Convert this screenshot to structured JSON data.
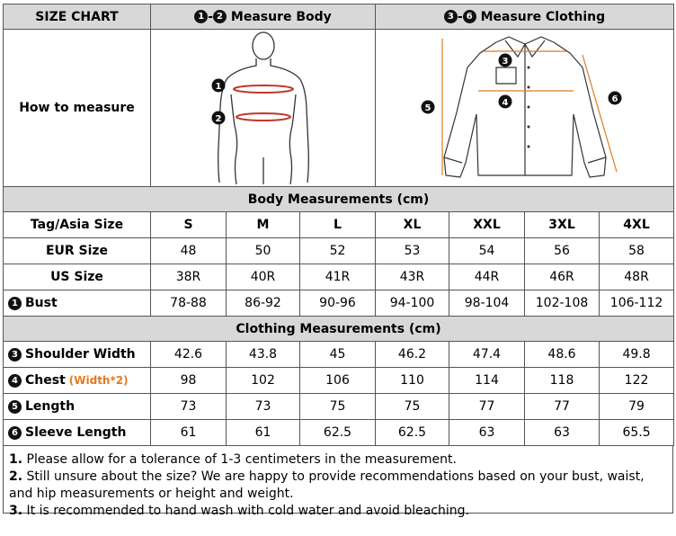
{
  "header": {
    "title": "SIZE CHART",
    "body_badge_a": "1",
    "body_sep": "-",
    "body_badge_b": "2",
    "body_label": "Measure Body",
    "cloth_badge_a": "3",
    "cloth_sep": "-",
    "cloth_badge_b": "6",
    "cloth_label": "Measure Clothing"
  },
  "how_to_measure": "How to measure",
  "body_section": {
    "title": "Body Measurements (cm)",
    "size_header": "Tag/Asia Size",
    "sizes": [
      "S",
      "M",
      "L",
      "XL",
      "XXL",
      "3XL",
      "4XL"
    ],
    "rows": [
      {
        "label": "EUR Size",
        "badge": "",
        "values": [
          "48",
          "50",
          "52",
          "53",
          "54",
          "56",
          "58"
        ]
      },
      {
        "label": "US Size",
        "badge": "",
        "values": [
          "38R",
          "40R",
          "41R",
          "43R",
          "44R",
          "46R",
          "48R"
        ]
      },
      {
        "label": "Bust",
        "badge": "1",
        "values": [
          "78-88",
          "86-92",
          "90-96",
          "94-100",
          "98-104",
          "102-108",
          "106-112"
        ]
      }
    ]
  },
  "clothing_section": {
    "title": "Clothing Measurements  (cm)",
    "rows": [
      {
        "label": "Shoulder Width",
        "badge": "3",
        "note": "",
        "values": [
          "42.6",
          "43.8",
          "45",
          "46.2",
          "47.4",
          "48.6",
          "49.8"
        ]
      },
      {
        "label": "Chest",
        "badge": "4",
        "note": "(Width*2)",
        "values": [
          "98",
          "102",
          "106",
          "110",
          "114",
          "118",
          "122"
        ]
      },
      {
        "label": "Length",
        "badge": "5",
        "note": "",
        "values": [
          "73",
          "73",
          "75",
          "75",
          "77",
          "77",
          "79"
        ]
      },
      {
        "label": "Sleeve Length",
        "badge": "6",
        "note": "",
        "values": [
          "61",
          "61",
          "62.5",
          "62.5",
          "63",
          "63",
          "65.5"
        ]
      }
    ]
  },
  "diagram_markers": {
    "body": [
      "1",
      "2"
    ],
    "shirt": [
      "3",
      "4",
      "5",
      "6"
    ]
  },
  "notes": [
    {
      "num": "1.",
      "text": " Please allow for a tolerance of 1-3 centimeters in the measurement."
    },
    {
      "num": "2.",
      "text": " Still unsure about the size? We are happy to provide recommendations based on your bust, waist, and hip measurements or height and weight."
    },
    {
      "num": "3.",
      "text": " It is recommended to hand wash with cold water and avoid bleaching."
    }
  ],
  "colors": {
    "header_bg": "#d8d8d8",
    "measure_line_body": "#c0392b",
    "measure_line_shirt": "#e07b1f",
    "note_accent": "#e07b1f"
  }
}
